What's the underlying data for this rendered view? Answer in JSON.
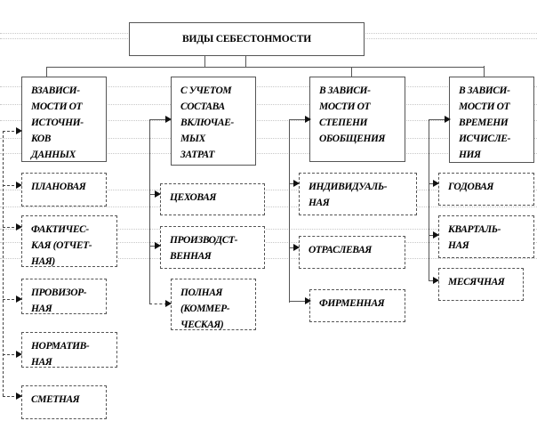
{
  "diagram": {
    "title": "ВИДЫ СЕБЕСТОНМОСТИ",
    "columns": [
      {
        "header": "ВЗАВИСИ-\nМОСТИ ОТ\nИСТОЧНИ-\nКОВ\nДАННЫХ",
        "items": [
          "ПЛАНОВАЯ",
          "ФАКТИЧЕС-\nКАЯ (ОТЧЕТ-\nНАЯ)",
          "ПРОВИЗОР-\nНАЯ",
          "НОРМАТИВ-\nНАЯ",
          "СМЕТНАЯ"
        ]
      },
      {
        "header": "С УЧЕТОМ\nСОСТАВА\nВКЛЮЧАЕ-\nМЫХ\nЗАТРАТ",
        "items": [
          "ЦЕХОВАЯ",
          "ПРОИЗВОДСТ-\nВЕННАЯ",
          "ПОЛНАЯ\n(КОММЕР-\nЧЕСКАЯ)"
        ]
      },
      {
        "header": "В ЗАВИСИ-\nМОСТИ ОТ\nСТЕПЕНИ\nОБОБЩЕНИЯ",
        "items": [
          "ИНДИВИДУАЛЬ-\nНАЯ",
          "ОТРАСЛЕВАЯ",
          "ФИРМЕННАЯ"
        ]
      },
      {
        "header": "В ЗАВИСИ-\nМОСТИ ОТ\nВРЕМЕНИ\nИСЧИСЛЕ-\nНИЯ",
        "items": [
          "ГОДОВАЯ",
          "КВАРТАЛЬ-\nНАЯ",
          "МЕСЯЧНАЯ"
        ]
      }
    ]
  }
}
